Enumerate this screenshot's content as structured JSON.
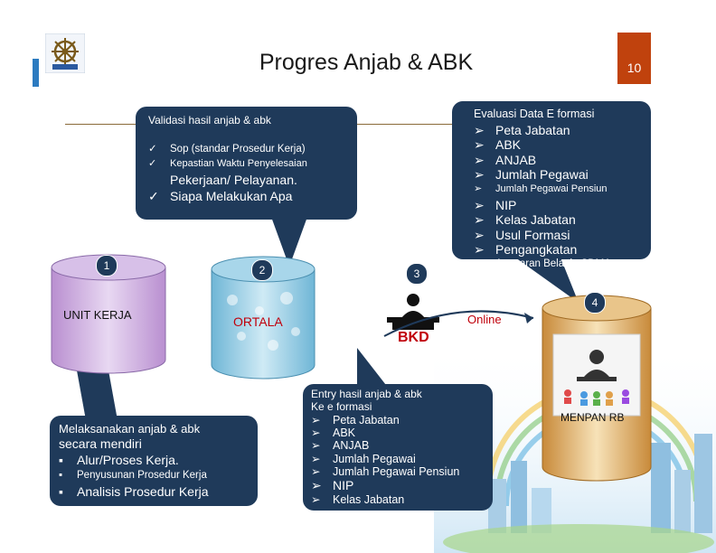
{
  "title": "Progres Anjab & ABK",
  "page_number": "10",
  "validasi": {
    "heading": "Validasi hasil anjab & abk",
    "items": [
      {
        "bullet": "✓",
        "text": "Sop (standar Prosedur Kerja)"
      },
      {
        "bullet": "✓",
        "text": "Kepastian Waktu Penyelesaian"
      },
      {
        "bullet": "",
        "text": "Pekerjaan/ Pelayanan."
      },
      {
        "bullet": "✓",
        "text": "Siapa Melakukan Apa"
      }
    ]
  },
  "evaluasi": {
    "heading": "Evaluasi Data E formasi",
    "items": [
      {
        "bullet": "➢",
        "text": "Peta Jabatan"
      },
      {
        "bullet": "➢",
        "text": "ABK"
      },
      {
        "bullet": "➢",
        "text": "ANJAB"
      },
      {
        "bullet": "➢",
        "text": "Jumlah Pegawai"
      },
      {
        "bullet": "➢",
        "text": "Jumlah Pegawai Pensiun"
      },
      {
        "bullet": "➢",
        "text": "NIP"
      },
      {
        "bullet": "➢",
        "text": "Kelas Jabatan"
      },
      {
        "bullet": "➢",
        "text": "Usul Formasi"
      },
      {
        "bullet": "➢",
        "text": "Pengangkatan"
      },
      {
        "bullet": "➢",
        "text": "Anggaran Belanja SDMA"
      }
    ]
  },
  "nodes": {
    "unit_kerja": {
      "badge": "1",
      "label": "UNIT KERJA"
    },
    "ortala": {
      "badge": "2",
      "label": "ORTALA"
    },
    "bkd": {
      "badge": "3",
      "label": "BKD"
    },
    "menpan": {
      "badge": "4",
      "label": "MENPAN RB"
    },
    "online": "Online"
  },
  "melaksanakan": {
    "lines": [
      {
        "bullet": "",
        "text": "Melaksanakan anjab & abk"
      },
      {
        "bullet": "",
        "text": "secara mendiri"
      },
      {
        "bullet": "▪",
        "text": "Alur/Proses Kerja."
      },
      {
        "bullet": "▪",
        "text": "Penyusunan Prosedur Kerja"
      },
      {
        "bullet": "▪",
        "text": "Analisis Prosedur Kerja"
      }
    ]
  },
  "entry": {
    "lines": [
      {
        "bullet": "",
        "text": "Entry hasil anjab & abk"
      },
      {
        "bullet": "",
        "text": "Ke e formasi"
      },
      {
        "bullet": "➢",
        "text": "Peta Jabatan"
      },
      {
        "bullet": "➢",
        "text": "ABK"
      },
      {
        "bullet": "➢",
        "text": "ANJAB"
      },
      {
        "bullet": "➢",
        "text": "Jumlah Pegawai"
      },
      {
        "bullet": "➢",
        "text": "Jumlah Pegawai Pensiun"
      },
      {
        "bullet": "➢",
        "text": "NIP"
      },
      {
        "bullet": "➢",
        "text": "Kelas Jabatan"
      }
    ]
  },
  "colors": {
    "bubble": "#1f3a5a",
    "accent": "#c0420d",
    "blue": "#2c7bc0",
    "red": "#c0000b"
  }
}
